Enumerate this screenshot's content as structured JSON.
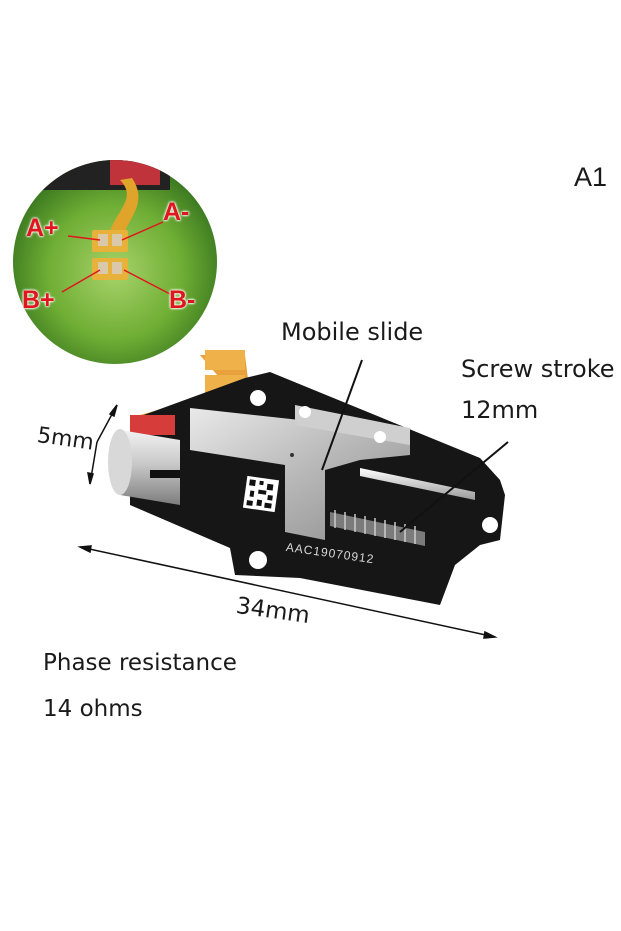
{
  "variant_label": "A1",
  "labels": {
    "mobile_slide": "Mobile slide",
    "screw_stroke": "Screw stroke",
    "screw_stroke_value": "12mm",
    "width_dim": "5mm",
    "length_dim": "34mm",
    "phase_resistance": "Phase resistance",
    "phase_resistance_value": "14 ohms"
  },
  "pins": {
    "a_plus": "A+",
    "a_minus": "A-",
    "b_plus": "B+",
    "b_minus": "B-"
  },
  "serial_number": "AAC19070912",
  "colors": {
    "pin_label": "#e0161c",
    "background": "#ffffff",
    "inset_green": "#6fae34"
  }
}
